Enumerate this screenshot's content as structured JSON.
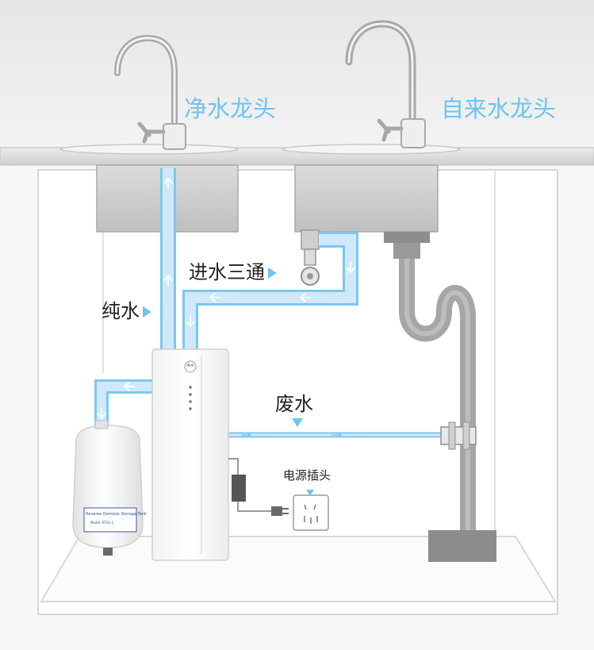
{
  "labels": {
    "pure_faucet": "净水龙头",
    "tap_faucet": "自来水龙头",
    "inlet_tee": "进水三通",
    "pure_water": "纯水",
    "waste_water": "废水",
    "power_plug": "电源插头"
  },
  "tank_label": {
    "line1": "Reverse Osmosis Storage Tank",
    "line2": "Model: RT3G-1"
  },
  "purifier_badge": "净水",
  "colors": {
    "water": "#cfe9fb",
    "water_edge": "#7cc8f0",
    "accent": "#6ec3ee",
    "counter": "#d9d9d9",
    "drain": "#9e9e9e"
  }
}
